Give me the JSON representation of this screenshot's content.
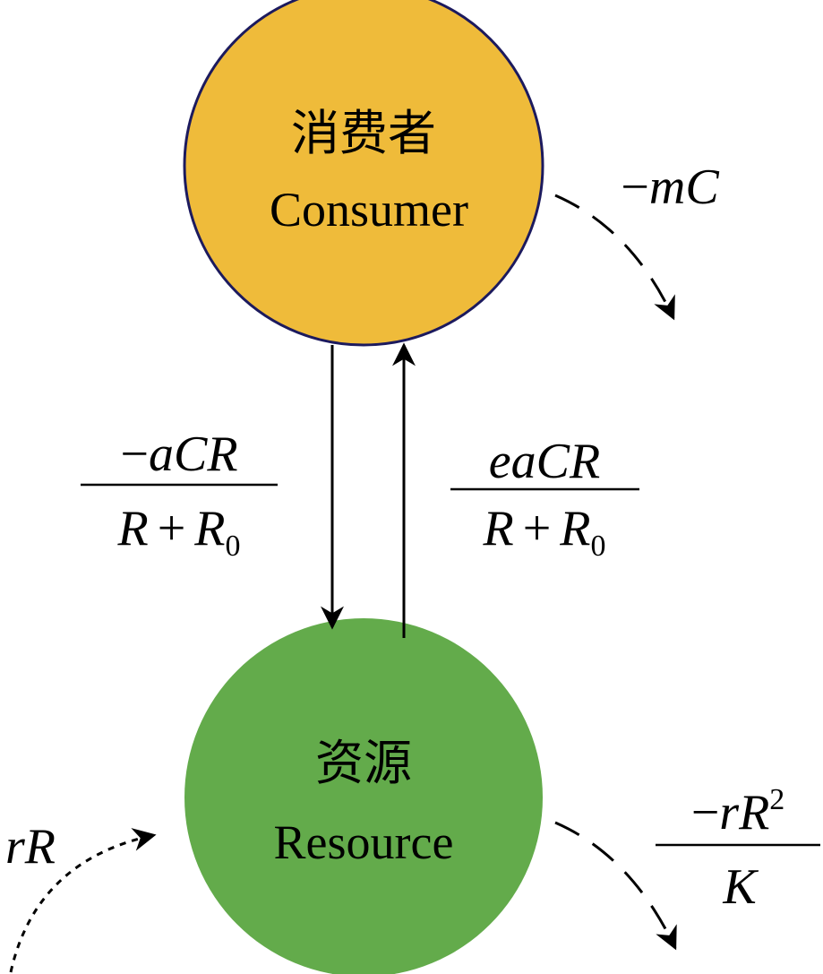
{
  "consumer": {
    "label_cn": "消费者",
    "label_en": "Consumer",
    "fill": "#efbb3a",
    "stroke": "#1c1a5e"
  },
  "resource": {
    "label_cn": "资源",
    "label_en": "Resource",
    "fill": "#63ab4b"
  },
  "flows": {
    "consumption": {
      "minus": "−",
      "num": "aCR",
      "den_a": "R",
      "den_op": "+",
      "den_b": "R",
      "den_sub": "0"
    },
    "conversion": {
      "num": "eaCR",
      "den_a": "R",
      "den_op": "+",
      "den_b": "R",
      "den_sub": "0"
    },
    "mortality": {
      "minus": "−",
      "expr": "mC"
    },
    "growth": {
      "expr": "rR"
    },
    "competition": {
      "minus": "−",
      "num": "rR",
      "exp": "2",
      "den": "K"
    }
  }
}
